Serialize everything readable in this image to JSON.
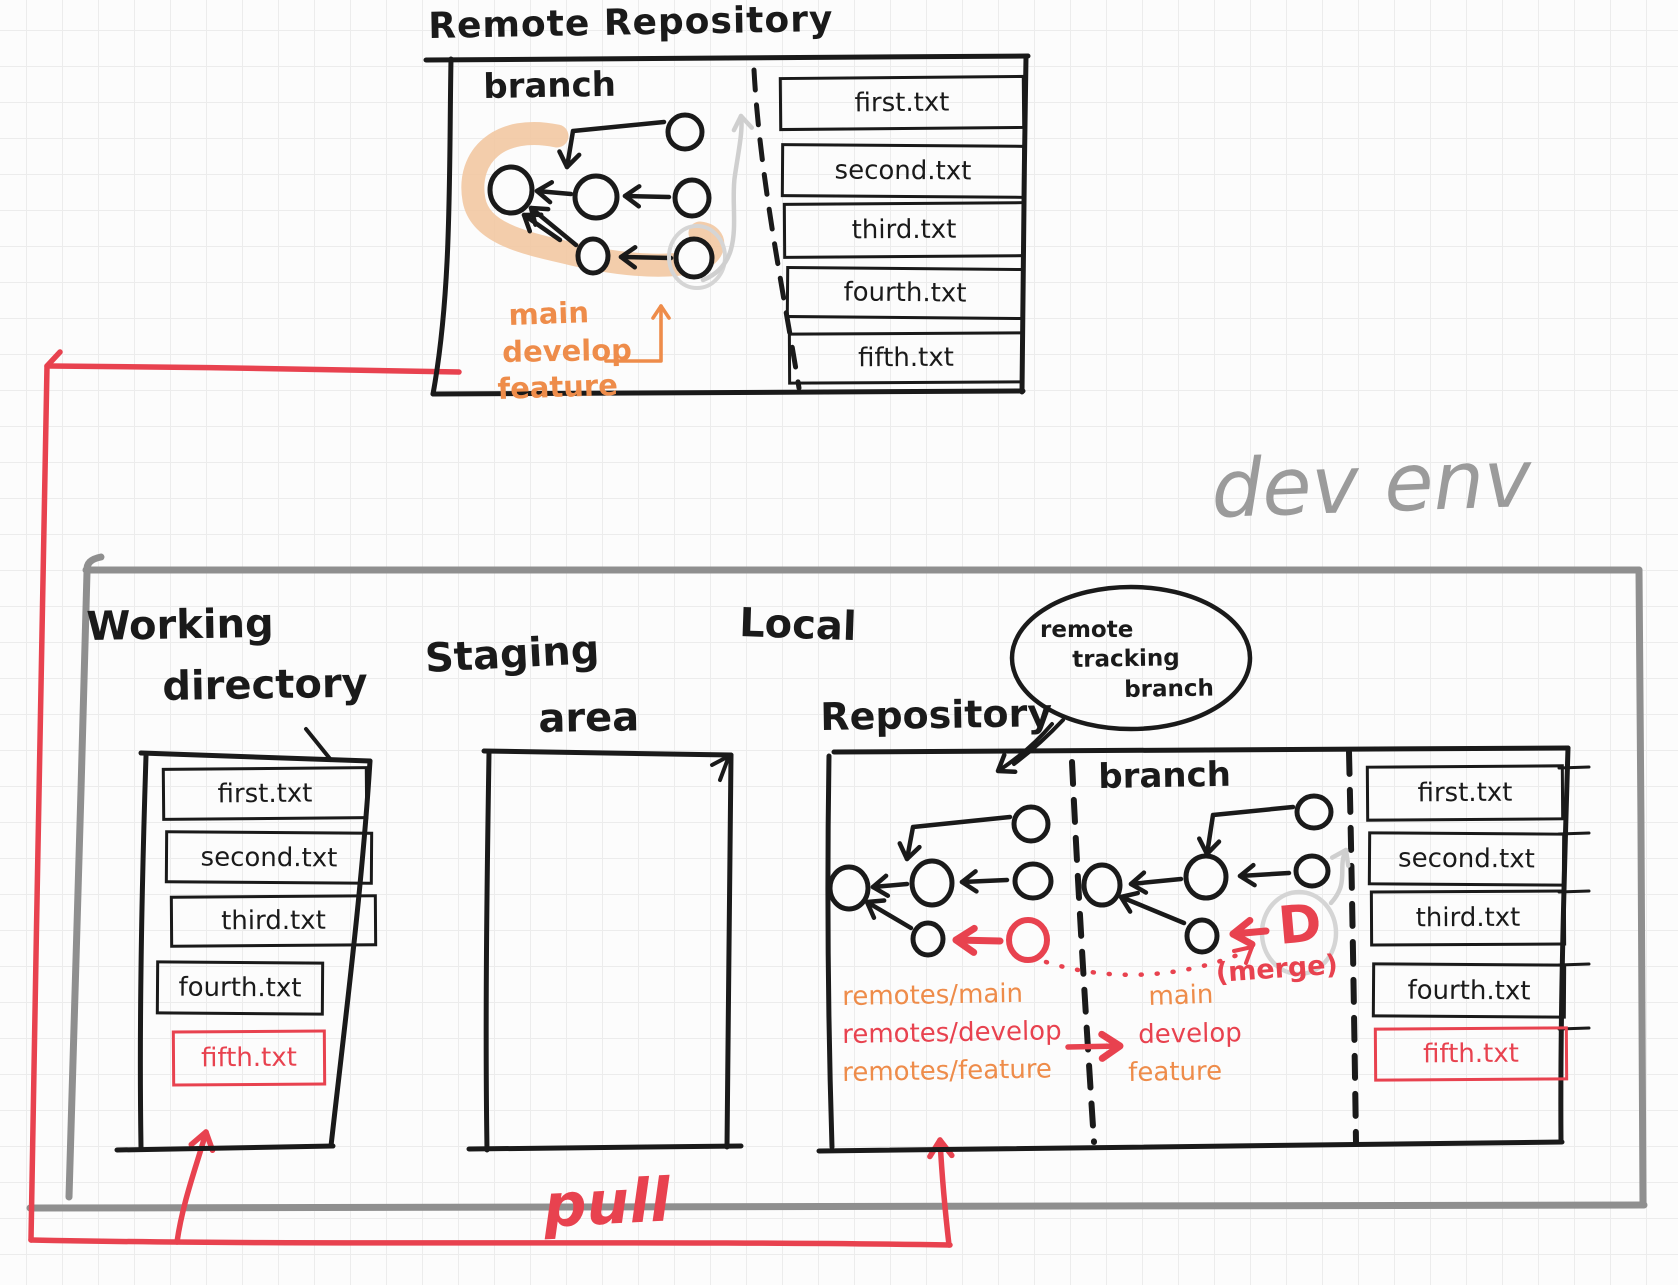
{
  "colors": {
    "ink": "#1a1a1a",
    "red": "#e8424f",
    "orange": "#ee8c4a",
    "highlight_tan": "#f2c8a2",
    "frame_gray": "#8f8f8f",
    "light_gray": "#cfcfcf",
    "paper": "#fcfcfc"
  },
  "remote_repository": {
    "title": "Remote Repository",
    "branch_label": "branch",
    "branch_names": [
      "main",
      "develop",
      "feature"
    ],
    "files": [
      {
        "name": "first.txt",
        "color": "black"
      },
      {
        "name": "second.txt",
        "color": "black"
      },
      {
        "name": "third.txt",
        "color": "black"
      },
      {
        "name": "fourth.txt",
        "color": "black"
      },
      {
        "name": "fifth.txt",
        "color": "black"
      }
    ]
  },
  "working_directory": {
    "title_line1": "Working",
    "title_line2": "directory",
    "files": [
      {
        "name": "first.txt",
        "color": "black"
      },
      {
        "name": "second.txt",
        "color": "black"
      },
      {
        "name": "third.txt",
        "color": "black"
      },
      {
        "name": "fourth.txt",
        "color": "black"
      },
      {
        "name": "fifth.txt",
        "color": "red"
      }
    ]
  },
  "staging_area": {
    "title_line1": "Staging",
    "title_line2": "area"
  },
  "local_repository": {
    "title_line1": "Local",
    "title_line2": "Repository",
    "branch_label": "branch",
    "speech_bubble": {
      "line1": "remote",
      "line2": "tracking",
      "line3": "branch"
    },
    "remote_refs": [
      {
        "label": "remotes/main",
        "color": "orange"
      },
      {
        "label": "remotes/develop",
        "color": "red"
      },
      {
        "label": "remotes/feature",
        "color": "orange"
      }
    ],
    "local_branches": [
      {
        "label": "main",
        "color": "orange"
      },
      {
        "label": "develop",
        "color": "red"
      },
      {
        "label": "feature",
        "color": "orange"
      }
    ],
    "merge_node": "D",
    "merge_label": "(merge)",
    "files": [
      {
        "name": "first.txt",
        "color": "black"
      },
      {
        "name": "second.txt",
        "color": "black"
      },
      {
        "name": "third.txt",
        "color": "black"
      },
      {
        "name": "fourth.txt",
        "color": "black"
      },
      {
        "name": "fifth.txt",
        "color": "red"
      }
    ]
  },
  "annotations": {
    "env_label": "dev env",
    "pull_label": "pull"
  }
}
